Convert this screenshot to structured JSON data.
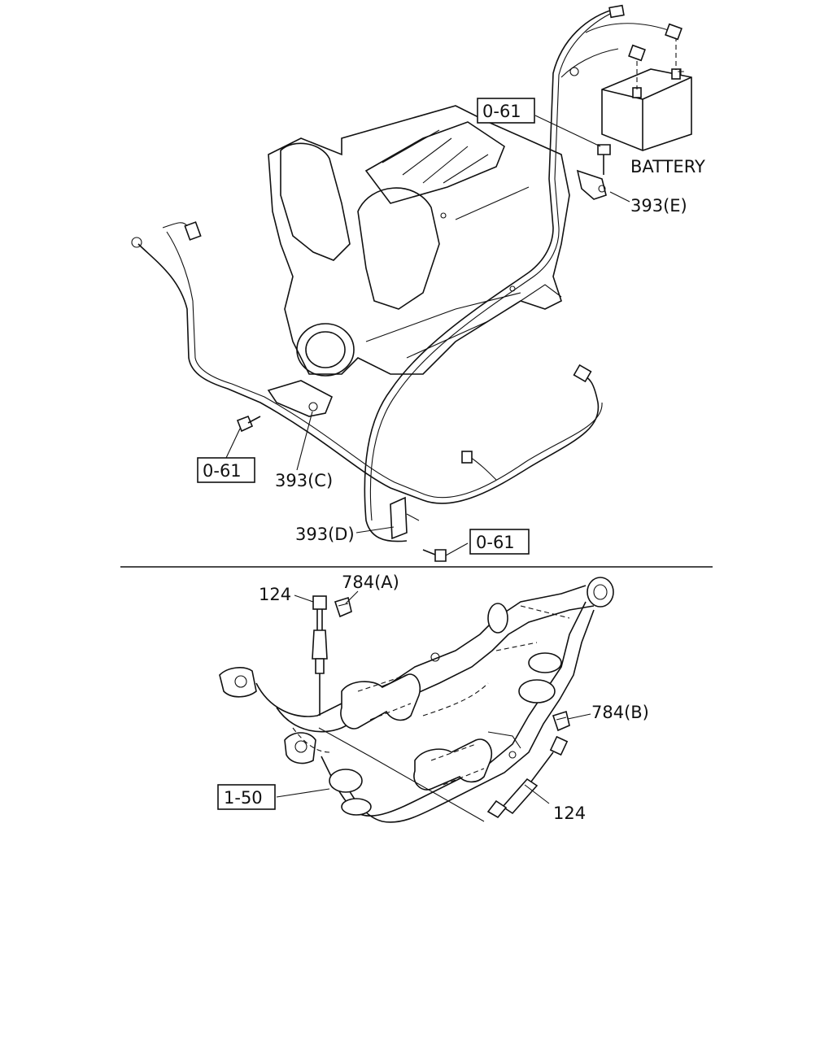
{
  "labels": {
    "battery": "BATTERY",
    "ref_061_top": "0-61",
    "ref_061_left": "0-61",
    "ref_061_bottom": "0-61",
    "ref_150": "1-50",
    "part_393e": "393(E)",
    "part_393c": "393(C)",
    "part_393d": "393(D)",
    "part_124_upper": "124",
    "part_124_lower": "124",
    "part_784a": "784(A)",
    "part_784b": "784(B)",
    "battery_plus": "+"
  }
}
